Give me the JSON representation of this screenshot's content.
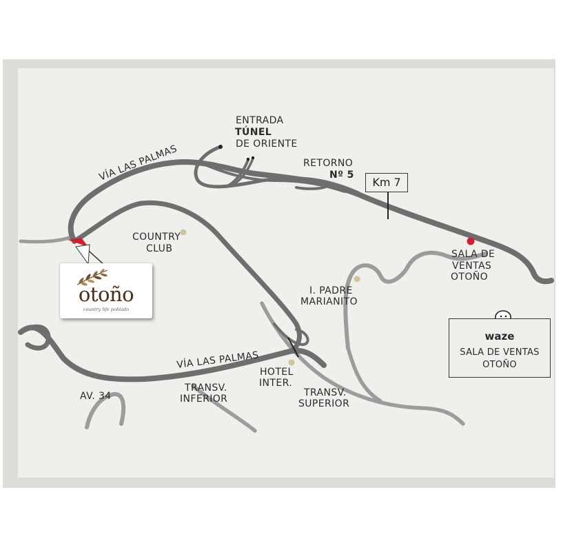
{
  "labels": {
    "entrada": "ENTRADA",
    "tunel": "TÚNEL",
    "de_oriente": "DE ORIENTE",
    "retorno": "RETORNO",
    "retorno_num": "Nº 5",
    "via_las_palmas_top": "VÍA LAS PALMAS",
    "via_las_palmas_bottom": "VÍA LAS PALMAS",
    "country": "COUNTRY",
    "club": "CLUB",
    "padre": "I. PADRE",
    "marianito": "MARIANITO",
    "sala_de": "SALA DE",
    "ventas": "VENTAS",
    "otono": "OTOÑO",
    "hotel": "HOTEL",
    "inter": "INTER.",
    "transv": "TRANSV.",
    "inferior": "INFERIOR",
    "transv2": "TRANSV.",
    "superior": "SUPERIOR",
    "av34": "AV. 34"
  },
  "km_marker": "Km 7",
  "logo": {
    "word": "otoño",
    "tagline": "country life poblado"
  },
  "waze": {
    "title": "waze",
    "line1": "SALA DE VENTAS",
    "line2": "OTOÑO"
  },
  "colors": {
    "road": "#6e6e6e",
    "road_light": "#9a9a9a",
    "map_bg": "#efefec",
    "frame": "#dedcd9",
    "marker_red": "#d21e2d",
    "poi_dot": "#cfc49a",
    "logo_brown": "#4a2e1a"
  }
}
